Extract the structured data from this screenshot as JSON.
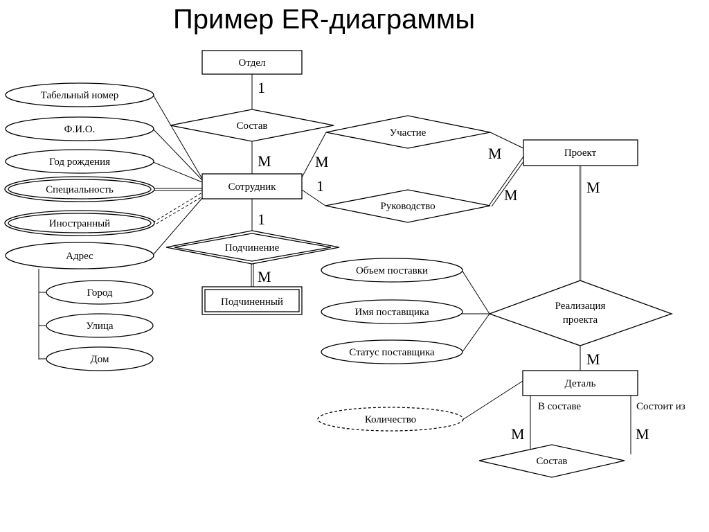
{
  "title": "Пример ER-диаграммы",
  "entities": {
    "otdel": "Отдел",
    "sotrudnik": "Сотрудник",
    "podchinenny": "Подчиненный",
    "proekt": "Проект",
    "detal": "Деталь"
  },
  "relationships": {
    "sostav_top": "Состав",
    "uchastie": "Участие",
    "rukovodstvo": "Руководство",
    "podchinenie": "Подчинение",
    "realizaciya_line1": "Реализация",
    "realizaciya_line2": "проекта",
    "sostav_bottom": "Состав"
  },
  "attributes": {
    "tabelny": "Табельный номер",
    "fio": "Ф.И.О.",
    "god": "Год рождения",
    "specialnost": "Специальность",
    "inostranny": "Иностранный",
    "adres": "Адрес",
    "gorod": "Город",
    "ulica": "Улица",
    "dom": "Дом",
    "obem": "Объем поставки",
    "imya_post": "Имя поставщика",
    "status_post": "Статус поставщика",
    "kolichestvo": "Количество"
  },
  "roles": {
    "v_sostave": "В составе",
    "sostoit_iz": "Состоит из"
  },
  "cardinalities": {
    "otdel_sostav": "1",
    "sostav_sotrudnik": "M",
    "sotrudnik_uchastie": "M",
    "sotrudnik_rukovodstvo": "1",
    "uchastie_proekt": "M",
    "rukovodstvo_proekt": "M",
    "sotrudnik_podchinenie": "1",
    "podchinenie_podchinenny": "M",
    "proekt_realizaciya": "M",
    "realizaciya_detal": "M",
    "detal_sostav_left": "M",
    "detal_sostav_right": "M"
  }
}
